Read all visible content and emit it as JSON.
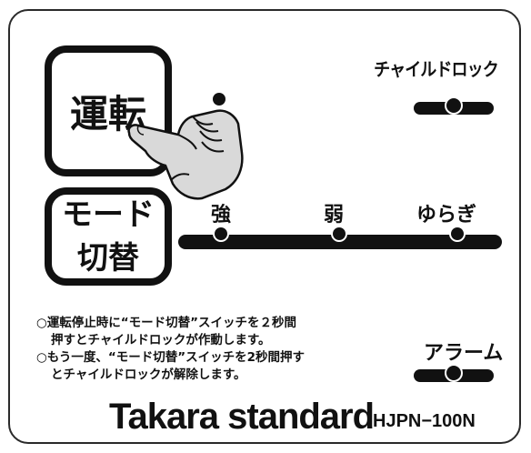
{
  "buttons": {
    "run": "運転",
    "mode_line1": "モード",
    "mode_line2": "切替"
  },
  "child_lock": {
    "label": "チャイルドロック"
  },
  "modes": {
    "strong": "強",
    "weak": "弱",
    "yuragi": "ゆらぎ"
  },
  "instructions": {
    "line1": "○運転停止時に“モード切替”スイッチを２秒間",
    "line2": "押すとチャイルドロックが作動します。",
    "line3": "○もう一度、“モード切替”スイッチを2秒間押す",
    "line4": "とチャイルドロックが解除します。"
  },
  "alarm": {
    "label": "アラーム"
  },
  "brand": "Takara standard",
  "model": "HJPN−100N",
  "colors": {
    "ink": "#111111",
    "background": "#ffffff",
    "glove": "#d9d9d9"
  },
  "icons": {
    "hand": "pointing-hand-icon"
  }
}
